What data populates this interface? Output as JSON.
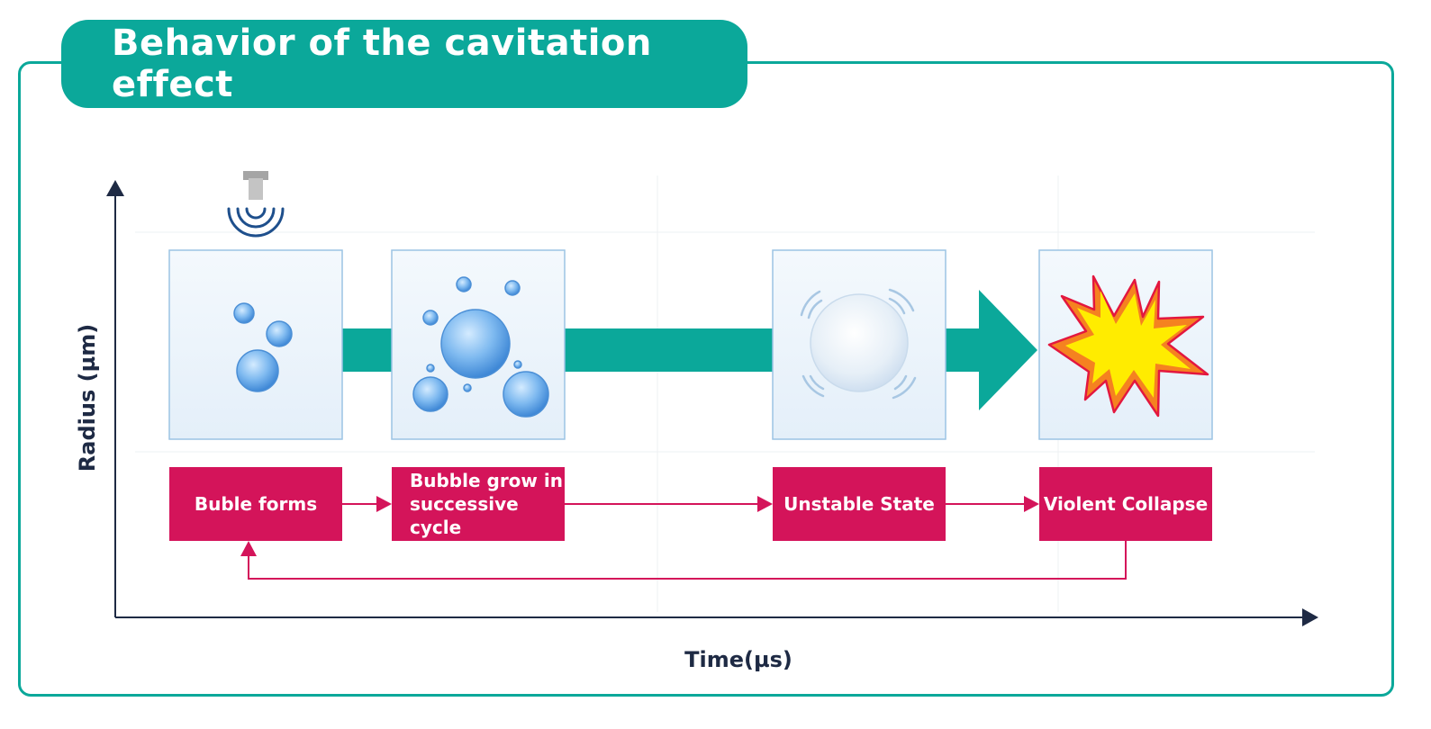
{
  "title": "Behavior of the cavitation effect",
  "axes": {
    "y_label": "Radius (µm)",
    "x_label": "Time(µs)"
  },
  "stages": [
    {
      "label": "Buble forms"
    },
    {
      "label": "Bubble grow in successive cycle"
    },
    {
      "label": "Unstable State"
    },
    {
      "label": "Violent Collapse"
    }
  ],
  "colors": {
    "teal": "#0ba89a",
    "magenta": "#d4145a",
    "axis": "#1e2a44",
    "panel_fill": "#eaf3fb",
    "panel_border": "#9cc4e4"
  },
  "icons": [
    "ultrasonic-transducer-icon",
    "bubble-icon",
    "explosion-icon",
    "arrow-right-icon"
  ]
}
